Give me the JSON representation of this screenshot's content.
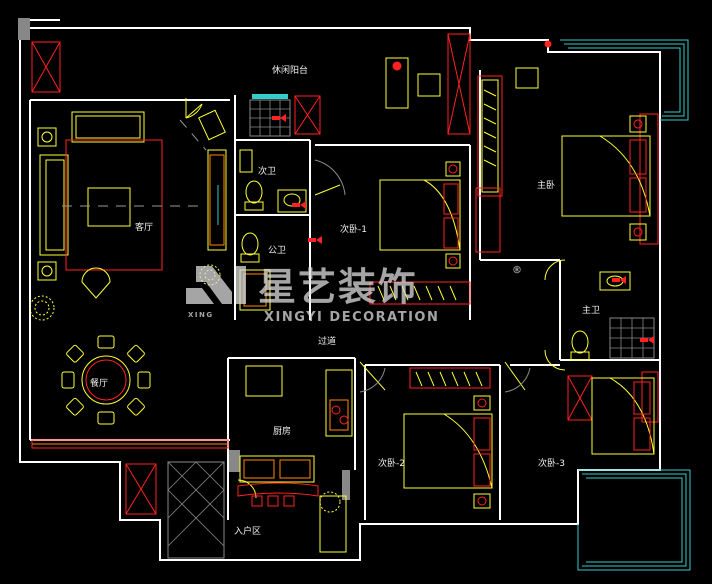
{
  "rooms": {
    "leisure_balcony": "休闲阳台",
    "living_room": "客厅",
    "second_bath": "次卫",
    "public_bath": "公卫",
    "second_bedroom_1": "次卧-1",
    "master_bedroom": "主卧",
    "master_bath": "主卫",
    "corridor": "过道",
    "dining_room": "餐厅",
    "kitchen": "厨房",
    "second_bedroom_2": "次卧-2",
    "second_bedroom_3": "次卧-3",
    "entrance": "入户区"
  },
  "watermark": {
    "brand_cn": "星艺装饰",
    "brand_en": "XINGYI DECORATION",
    "registered": "®",
    "logo_text": "XING"
  },
  "colors": {
    "background": "#000000",
    "walls": "#ffffff",
    "furniture": "#ffff33",
    "doors_windows": "#ff2222",
    "balcony_railing": "#33cccc",
    "paving": "#888888"
  }
}
